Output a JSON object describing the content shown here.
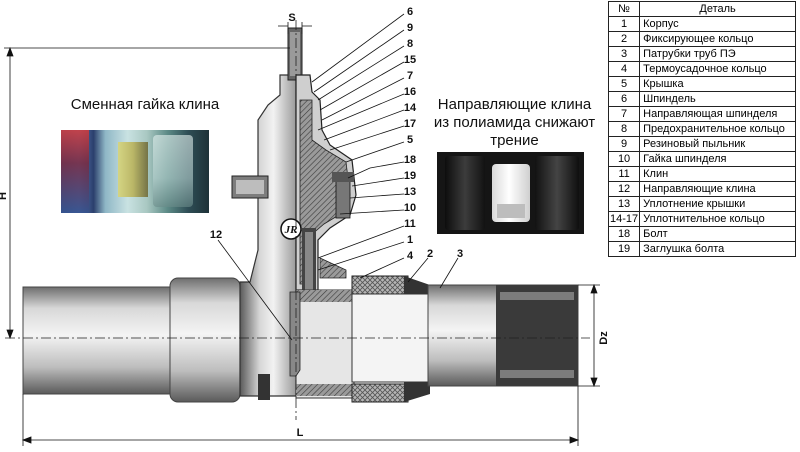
{
  "captions": {
    "left": "Сменная гайка клина",
    "right": "Направляющие клина из полиамида снижают трение"
  },
  "dimensions": {
    "s": "S",
    "h": "H",
    "l": "L",
    "dz": "Dz"
  },
  "callouts": [
    "6",
    "9",
    "8",
    "15",
    "7",
    "16",
    "14",
    "17",
    "5",
    "18",
    "19",
    "13",
    "10",
    "11",
    "1",
    "4",
    "2",
    "3",
    "12"
  ],
  "table": {
    "header": {
      "no": "№",
      "name": "Деталь"
    },
    "rows": [
      {
        "no": "1",
        "name": "Корпус"
      },
      {
        "no": "2",
        "name": "Фиксирующее кольцо"
      },
      {
        "no": "3",
        "name": "Патрубки труб ПЭ"
      },
      {
        "no": "4",
        "name": "Термоусадочное кольцо"
      },
      {
        "no": "5",
        "name": "Крышка"
      },
      {
        "no": "6",
        "name": "Шпиндель"
      },
      {
        "no": "7",
        "name": "Направляющая шпинделя"
      },
      {
        "no": "8",
        "name": "Предохранительное кольцо"
      },
      {
        "no": "9",
        "name": "Резиновый пыльник"
      },
      {
        "no": "10",
        "name": "Гайка шпинделя"
      },
      {
        "no": "11",
        "name": "Клин"
      },
      {
        "no": "12",
        "name": "Направляющие клина"
      },
      {
        "no": "13",
        "name": "Уплотнение крышки"
      },
      {
        "no": "14-17",
        "name": "Уплотнительное кольцо"
      },
      {
        "no": "18",
        "name": "Болт"
      },
      {
        "no": "19",
        "name": "Заглушка болта"
      }
    ]
  },
  "logo": {
    "mark": "JR"
  }
}
